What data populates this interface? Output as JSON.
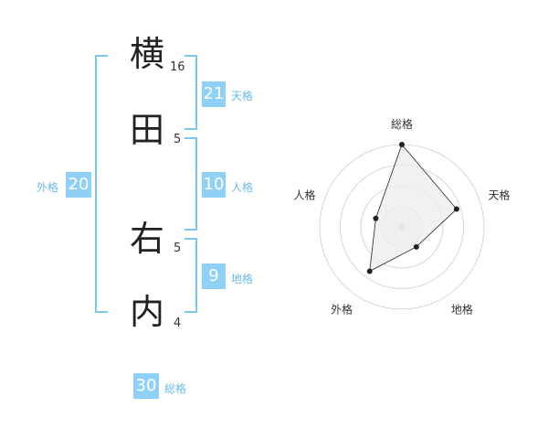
{
  "name": {
    "chars": [
      {
        "char": "横",
        "strokes": "16"
      },
      {
        "char": "田",
        "strokes": "5"
      },
      {
        "char": "右",
        "strokes": "5"
      },
      {
        "char": "内",
        "strokes": "4"
      }
    ]
  },
  "fortune": {
    "tenkaku": {
      "value": "21",
      "label": "天格"
    },
    "jinkaku": {
      "value": "10",
      "label": "人格"
    },
    "chikaku": {
      "value": "9",
      "label": "地格"
    },
    "gaikaku": {
      "value": "20",
      "label": "外格"
    },
    "soukaku": {
      "value": "30",
      "label": "総格"
    }
  },
  "chart_data": {
    "type": "radar",
    "axes": [
      "総格",
      "天格",
      "地格",
      "外格",
      "人格"
    ],
    "values": [
      30,
      21,
      9,
      20,
      10
    ],
    "colors": {
      "stroke": "#222222",
      "fill": "#eeeeee",
      "grid": "#cccccc",
      "accent": "#8fd0f7"
    }
  }
}
